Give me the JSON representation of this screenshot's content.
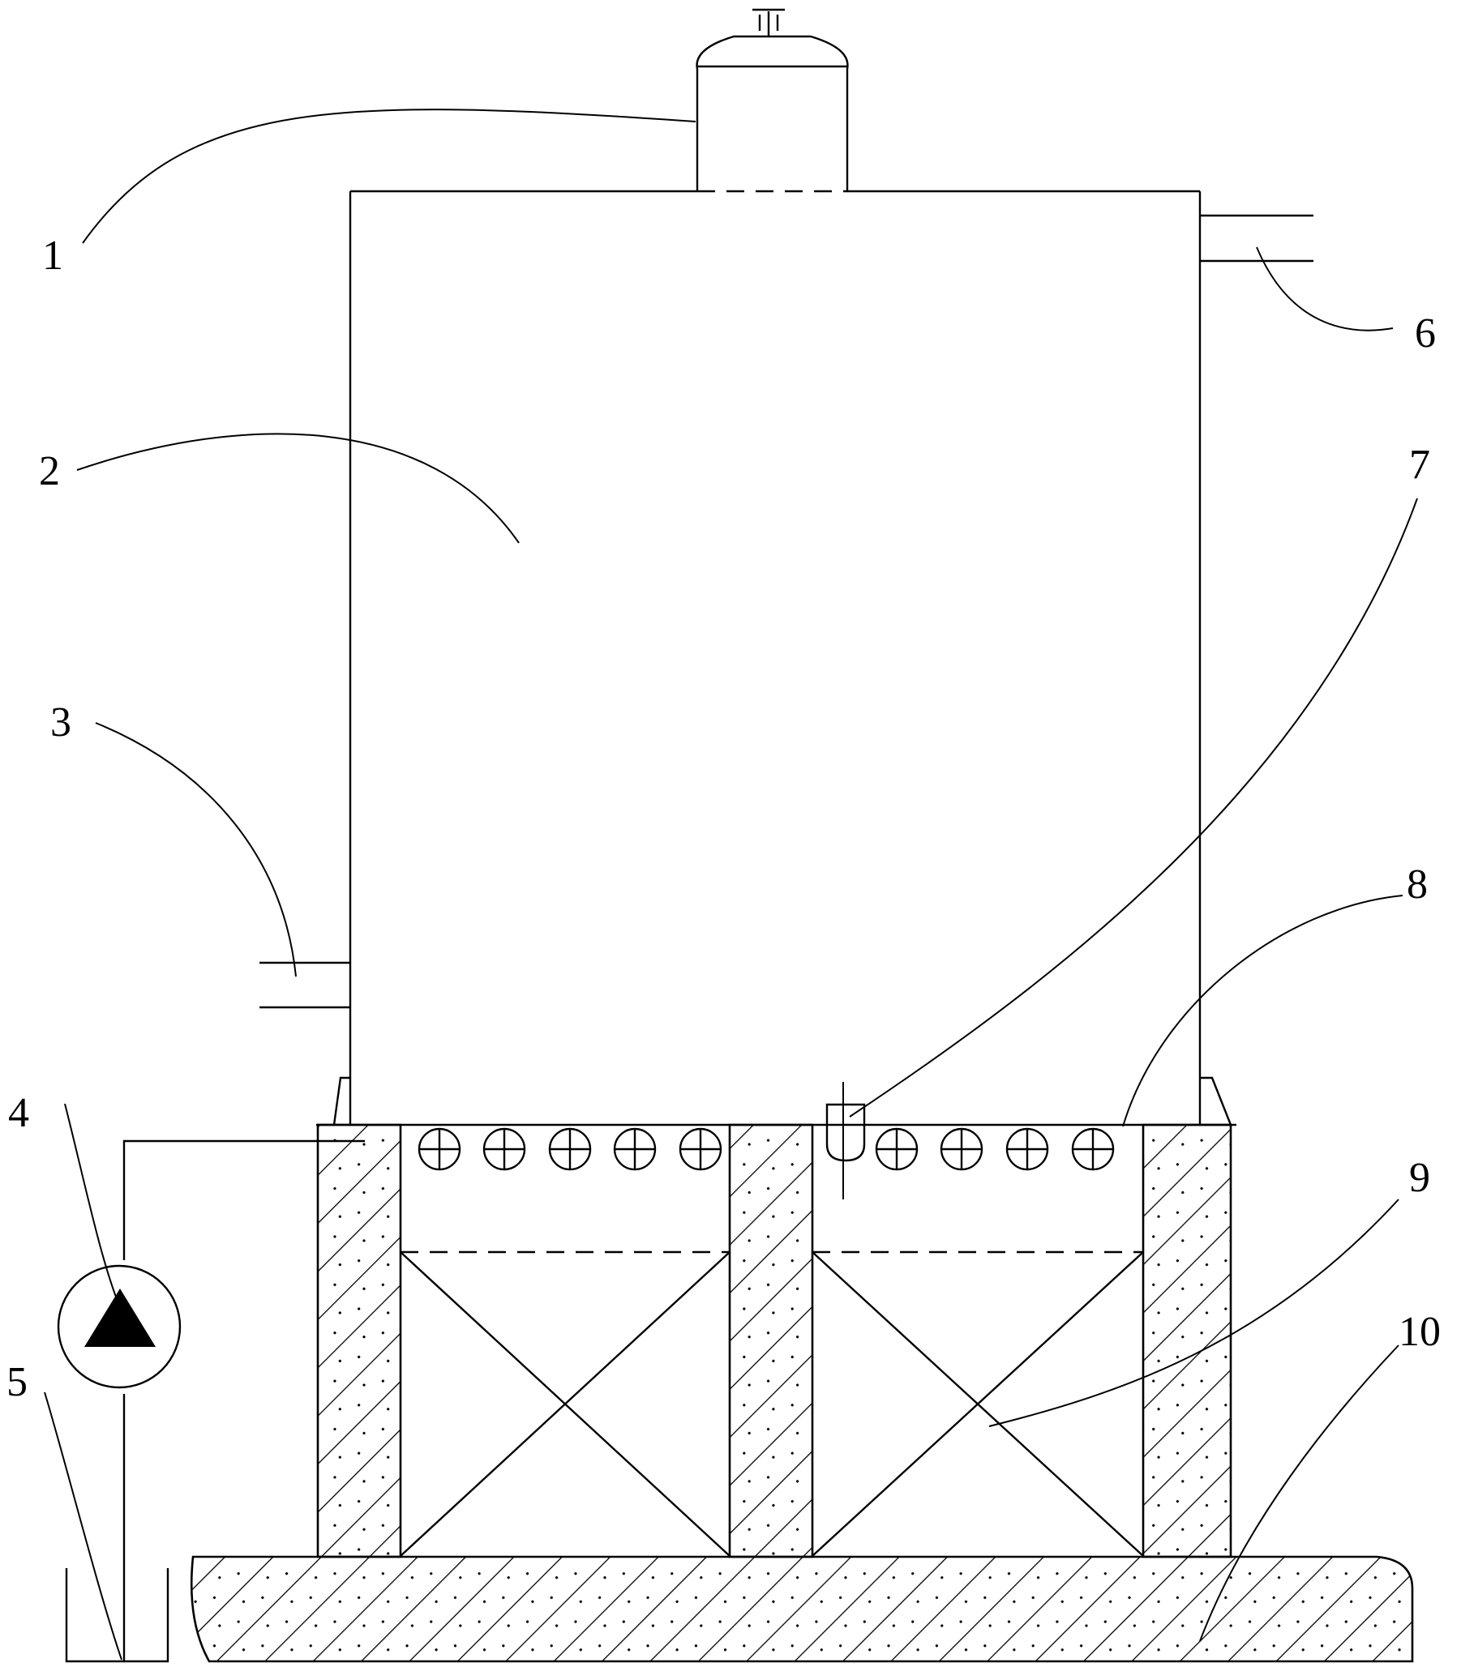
{
  "colors": {
    "line": "#000000",
    "background": "#ffffff",
    "pump_arrow": "#000000"
  },
  "labels": {
    "l1": "1",
    "l2": "2",
    "l3": "3",
    "l4": "4",
    "l5": "5",
    "l6": "6",
    "l7": "7",
    "l8": "8",
    "l9": "9",
    "l10": "10"
  },
  "parts": {
    "top_vessel": "1",
    "main_tank": "2",
    "side_inlet_pipe": "3",
    "pump": "4",
    "sump": "5",
    "side_outlet_pipe": "6",
    "sensor": "7",
    "heating_tubes": "8",
    "support_frames": "9",
    "foundation": "10"
  }
}
